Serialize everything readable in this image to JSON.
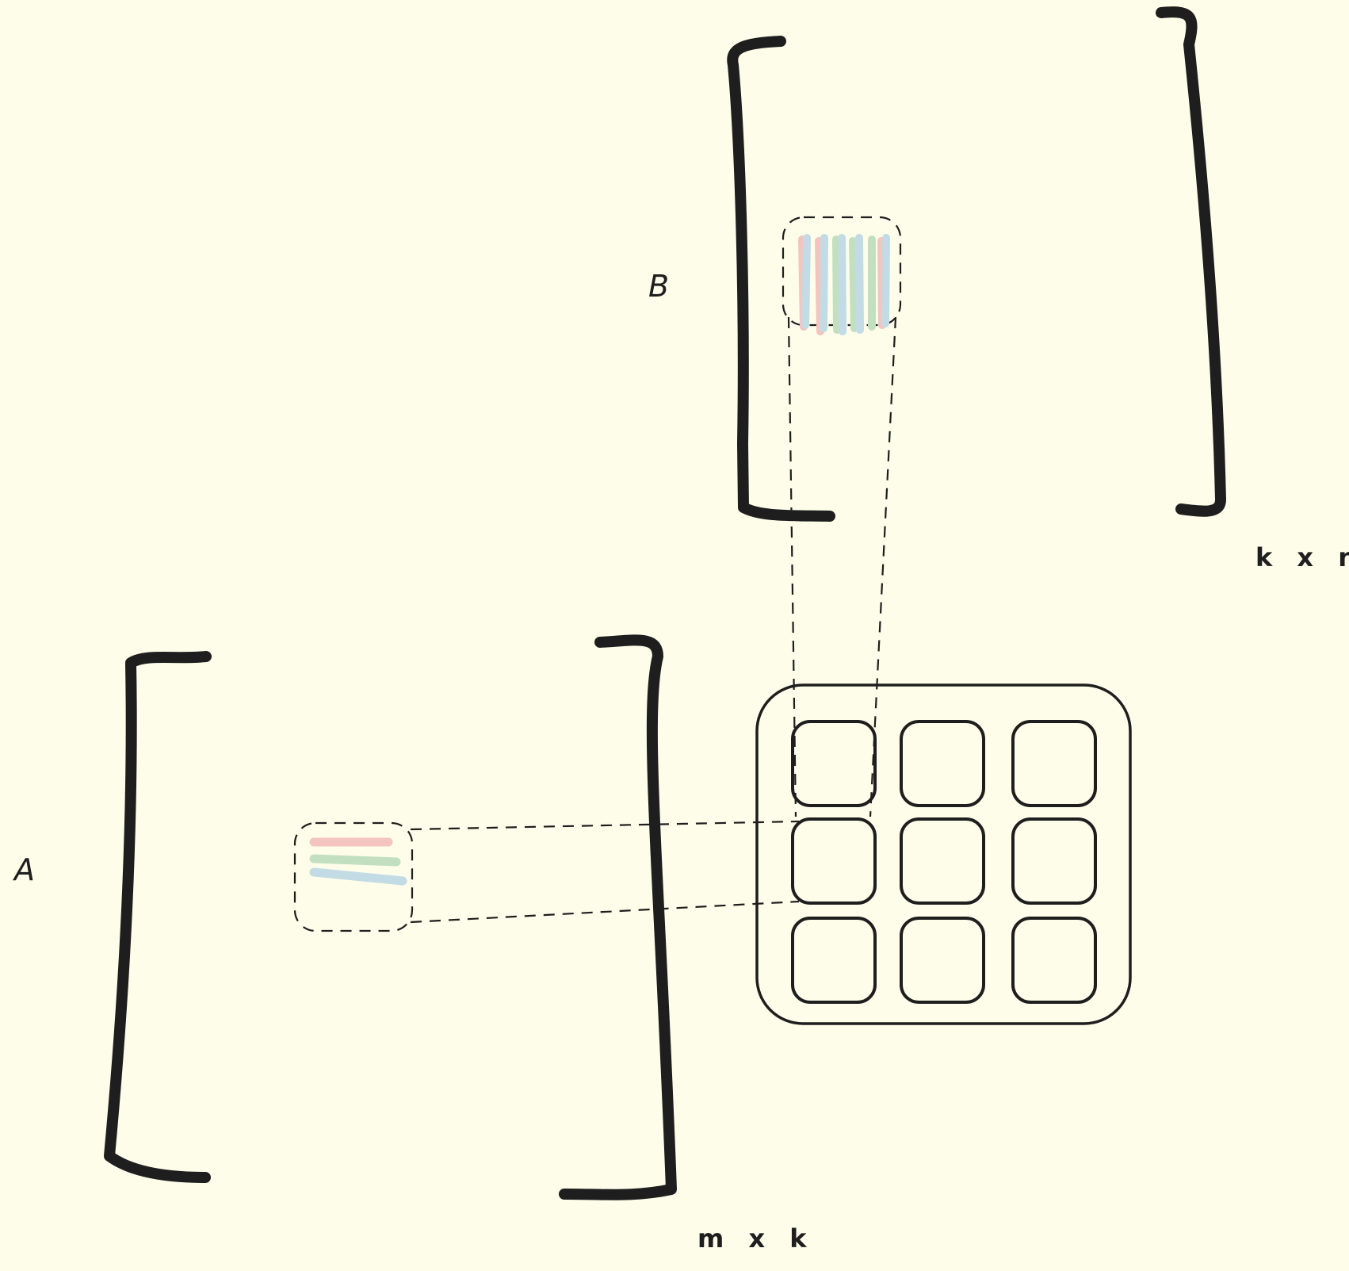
{
  "labels": {
    "matrix_a": "A",
    "matrix_b": "B",
    "dim_a": "m x k",
    "dim_b": "k x n"
  },
  "colors": {
    "background": "#fefdea",
    "ink": "#1e1e1e",
    "row_red": "#f4c4bf",
    "row_green": "#c2e0c0",
    "row_blue": "#c2dbe4"
  },
  "output_grid": {
    "rows": 3,
    "cols": 3
  }
}
